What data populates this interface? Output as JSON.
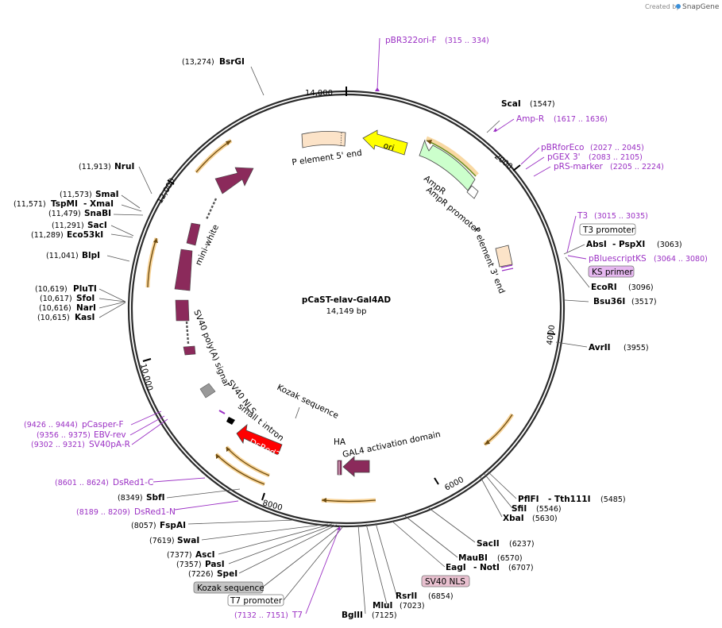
{
  "credit": {
    "prefix": "Created by",
    "brand": "SnapGene"
  },
  "plasmid": {
    "name": "pCaST-elav-Gal4AD",
    "size": "14,149 bp"
  },
  "ticks": {
    "t14000": "14,000",
    "t2000": "2000",
    "t4000": "4000",
    "t6000": "6000",
    "t8000": "8000",
    "t10000": "10,000",
    "t12000": "12,000"
  },
  "sites": {
    "BsrGI": {
      "name": "BsrGI",
      "pos": "(13,274)"
    },
    "ScaI": {
      "name": "ScaI",
      "pos": "(1547)"
    },
    "NruI": {
      "name": "NruI",
      "pos": "(11,913)"
    },
    "SmaI": {
      "name": "SmaI",
      "pos": "(11,573)"
    },
    "TspMI": {
      "name": "TspMI",
      "pos": "(11,571)"
    },
    "XmaI": {
      "name": "- XmaI"
    },
    "SnaBI": {
      "name": "SnaBI",
      "pos": "(11,479)"
    },
    "SacI": {
      "name": "SacI",
      "pos": "(11,291)"
    },
    "Eco53kI": {
      "name": "Eco53kI",
      "pos": "(11,289)"
    },
    "BlpI": {
      "name": "BlpI",
      "pos": "(11,041)"
    },
    "PluTI": {
      "name": "PluTI",
      "pos": "(10,619)"
    },
    "SfoI": {
      "name": "SfoI",
      "pos": "(10,617)"
    },
    "NarI": {
      "name": "NarI",
      "pos": "(10,616)"
    },
    "KasI": {
      "name": "KasI",
      "pos": "(10,615)"
    },
    "AbsI": {
      "name": "AbsI",
      "pos": "(3063)"
    },
    "PspXI": {
      "name": "- PspXI"
    },
    "EcoRI": {
      "name": "EcoRI",
      "pos": "(3096)"
    },
    "Bsu36I": {
      "name": "Bsu36I",
      "pos": "(3517)"
    },
    "AvrII": {
      "name": "AvrII",
      "pos": "(3955)"
    },
    "PflFI": {
      "name": "PflFI",
      "pos": "(5485)"
    },
    "Tth111I": {
      "name": "- Tth111I"
    },
    "SfiI": {
      "name": "SfiI",
      "pos": "(5546)"
    },
    "XbaI": {
      "name": "XbaI",
      "pos": "(5630)"
    },
    "SacII": {
      "name": "SacII",
      "pos": "(6237)"
    },
    "MauBI": {
      "name": "MauBI",
      "pos": "(6570)"
    },
    "EagI": {
      "name": "EagI",
      "pos": "(6707)"
    },
    "NotI": {
      "name": "- NotI"
    },
    "RsrII": {
      "name": "RsrII",
      "pos": "(6854)"
    },
    "MluI": {
      "name": "MluI",
      "pos": "(7023)"
    },
    "BglII": {
      "name": "BglII",
      "pos": "(7125)"
    },
    "SbfI": {
      "name": "SbfI",
      "pos": "(8349)"
    },
    "FspAI": {
      "name": "FspAI",
      "pos": "(8057)"
    },
    "SwaI": {
      "name": "SwaI",
      "pos": "(7619)"
    },
    "AscI": {
      "name": "AscI",
      "pos": "(7377)"
    },
    "PasI": {
      "name": "PasI",
      "pos": "(7357)"
    },
    "SpeI": {
      "name": "SpeI",
      "pos": "(7226)"
    }
  },
  "primers": {
    "pBR322oriF": {
      "name": "pBR322ori-F",
      "pos": "(315 .. 334)"
    },
    "AmpR": {
      "name": "Amp-R",
      "pos": "(1617 .. 1636)"
    },
    "pBRforEco": {
      "name": "pBRforEco",
      "pos": "(2027 .. 2045)"
    },
    "pGEX3": {
      "name": "pGEX 3'",
      "pos": "(2083 .. 2105)"
    },
    "pRSmarker": {
      "name": "pRS-marker",
      "pos": "(2205 .. 2224)"
    },
    "T3": {
      "name": "T3",
      "pos": "(3015 .. 3035)"
    },
    "pBluescriptKS": {
      "name": "pBluescriptKS",
      "pos": "(3064 .. 3080)"
    },
    "pCasperF": {
      "name": "pCasper-F",
      "pos": "(9426 .. 9444)"
    },
    "EBVrev": {
      "name": "EBV-rev",
      "pos": "(9356 .. 9375)"
    },
    "SV40pAR": {
      "name": "SV40pA-R",
      "pos": "(9302 .. 9321)"
    },
    "DsRed1C": {
      "name": "DsRed1-C",
      "pos": "(8601 .. 8624)"
    },
    "DsRed1N": {
      "name": "DsRed1-N",
      "pos": "(8189 .. 8209)"
    },
    "T7": {
      "name": "T7",
      "pos": "(7132 .. 7151)"
    }
  },
  "boxes": {
    "T3promoter": "T3 promoter",
    "KSprimer": "KS primer",
    "SV40NLS": "SV40 NLS",
    "Kozak": "Kozak sequence",
    "T7promoter": "T7 promoter"
  },
  "features": {
    "Pelement5": "P element 5' end",
    "ori": "ori",
    "AmpR": "AmpR",
    "AmpRpromoter": "AmpR promoter",
    "Pelement3": "P element 3' end",
    "miniwhite": "mini-white",
    "SV40polyA": "SV40 poly(A) signal",
    "SV40NLS": "SV40 NLS",
    "smalltintron": "small t intron",
    "DsRed2": "DsRed2",
    "Kozak": "Kozak sequence",
    "HA": "HA",
    "GAL4": "GAL4 activation domain"
  },
  "colors": {
    "backbone": "#2b2b2b",
    "primer": "#9b30c4",
    "misc_feature": "#8b2a5b",
    "pelement": "#fce3c8",
    "ori": "#ffff00",
    "ampr": "#ccffcc",
    "dsred": "#ff0000",
    "orf_highlight": "#f5c77a"
  }
}
